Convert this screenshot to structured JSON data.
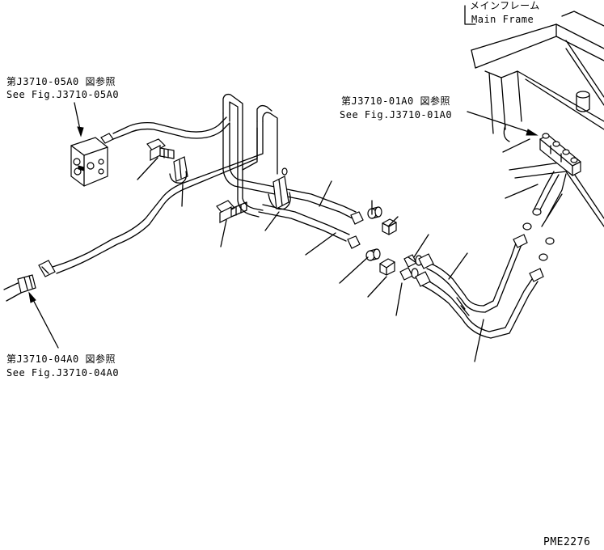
{
  "labels": {
    "main_frame_jp": "メインフレーム",
    "main_frame_en": "Main Frame",
    "ref_05_jp": "第J3710-05A0 図参照",
    "ref_05_en": "See Fig.J3710-05A0",
    "ref_01_jp": "第J3710-01A0 図参照",
    "ref_01_en": "See Fig.J3710-01A0",
    "ref_04_jp": "第J3710-04A0 図参照",
    "ref_04_en": "See Fig.J3710-04A0",
    "drawing_code": "PME2276"
  }
}
